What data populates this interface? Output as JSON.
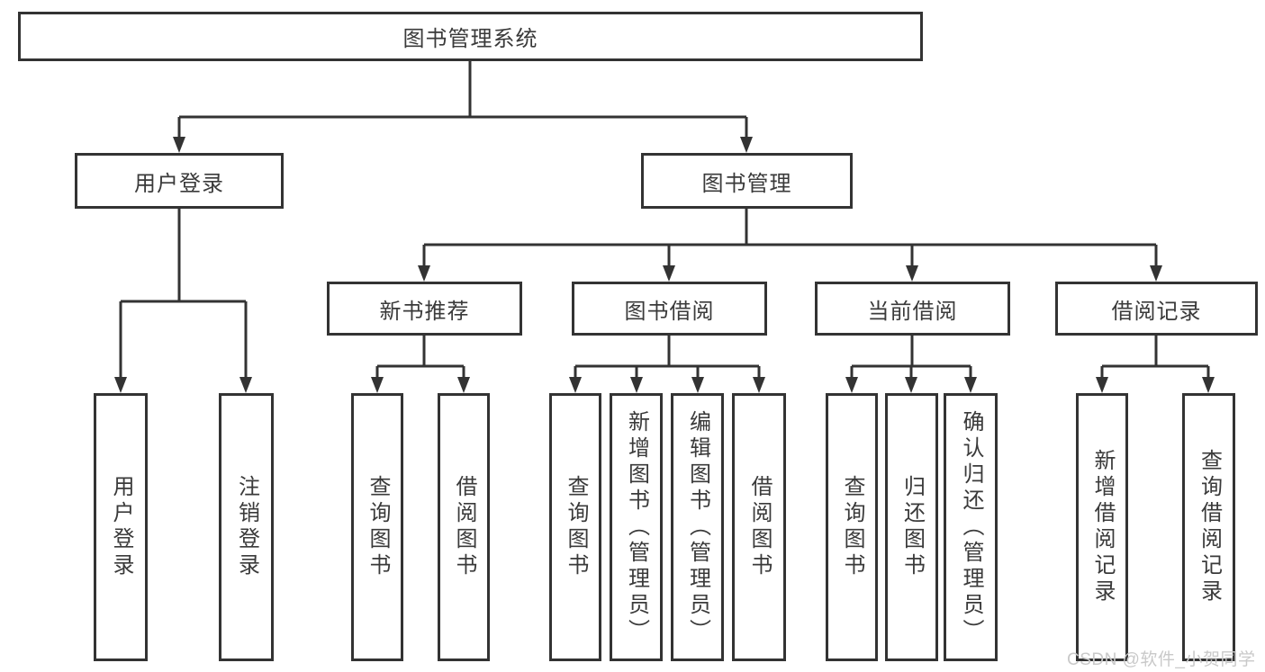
{
  "tree": {
    "root": {
      "label": "图书管理系统"
    },
    "level2": [
      {
        "label": "用户登录",
        "children": [
          {
            "label": "用户登录"
          },
          {
            "label": "注销登录"
          }
        ]
      },
      {
        "label": "图书管理",
        "children": [
          {
            "label": "新书推荐",
            "children": [
              {
                "label": "查询图书"
              },
              {
                "label": "借阅图书"
              }
            ]
          },
          {
            "label": "图书借阅",
            "children": [
              {
                "label": "查询图书"
              },
              {
                "label": "新增图书（管理员）"
              },
              {
                "label": "编辑图书（管理员）"
              },
              {
                "label": "借阅图书"
              }
            ]
          },
          {
            "label": "当前借阅",
            "children": [
              {
                "label": "查询图书"
              },
              {
                "label": "归还图书"
              },
              {
                "label": "确认归还（管理员）"
              }
            ]
          },
          {
            "label": "借阅记录",
            "children": [
              {
                "label": "新增借阅记录"
              },
              {
                "label": "查询借阅记录"
              }
            ]
          }
        ]
      }
    ]
  },
  "watermark": {
    "text": "CSDN @软件_小贺同学"
  },
  "colors": {
    "line": "#333333",
    "box_border": "#333333",
    "text": "#3a3a3a",
    "background": "#ffffff",
    "watermark": "#c9c9c9"
  }
}
